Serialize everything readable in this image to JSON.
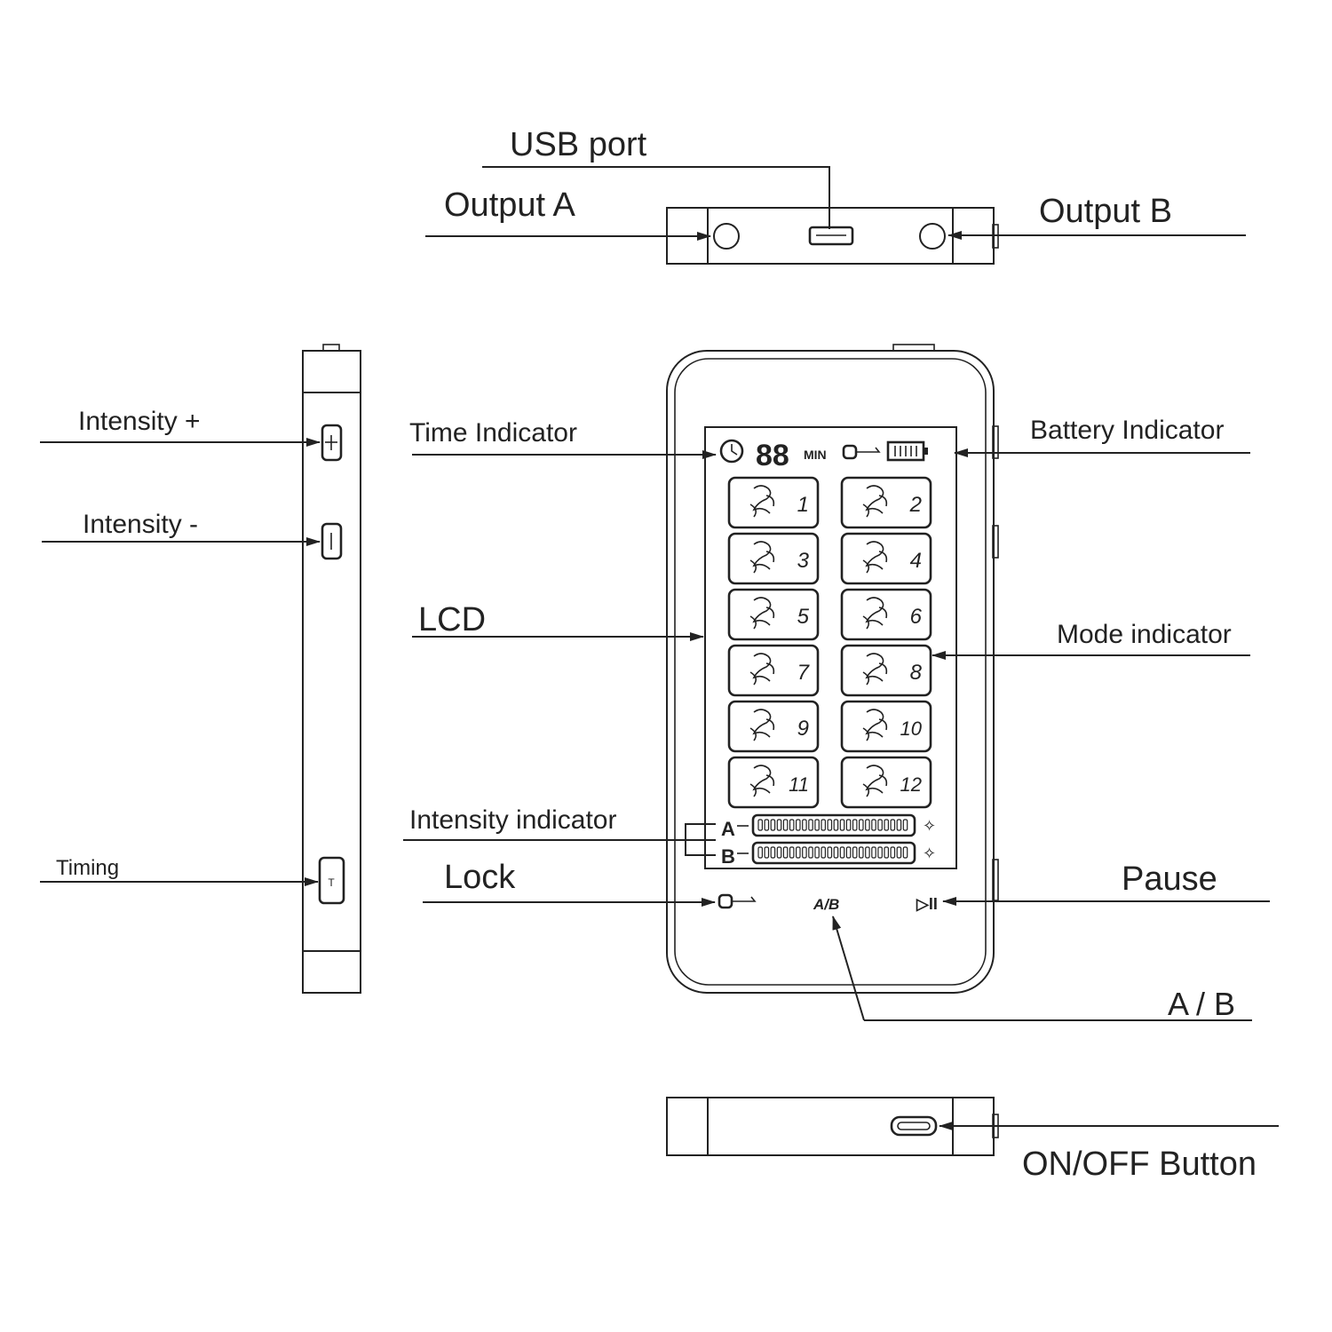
{
  "labels": {
    "usb_port": "USB  port",
    "output_a": "Output    A",
    "output_b": "Output    B",
    "intensity_plus": "Intensity +",
    "intensity_minus": "Intensity -",
    "timing": "Timing",
    "time_indicator": "Time Indicator",
    "battery_indicator": "Battery Indicator",
    "lcd": "LCD",
    "mode_indicator": "Mode indicator",
    "intensity_indicator": "Intensity indicator",
    "lock": "Lock",
    "pause": "Pause",
    "ab": "A / B",
    "on_off": "ON/OFF Button"
  },
  "lcd": {
    "time_digits": "88",
    "time_unit": "MIN",
    "channel_a": "A",
    "channel_b": "B",
    "ab_button": "A/B",
    "pause_symbol": "▷II",
    "modes": [
      "1",
      "2",
      "3",
      "4",
      "5",
      "6",
      "7",
      "8",
      "9",
      "10",
      "11",
      "12"
    ]
  },
  "side_button": {
    "timing_letter": "T"
  },
  "colors": {
    "line": "#222222",
    "background": "#ffffff"
  }
}
